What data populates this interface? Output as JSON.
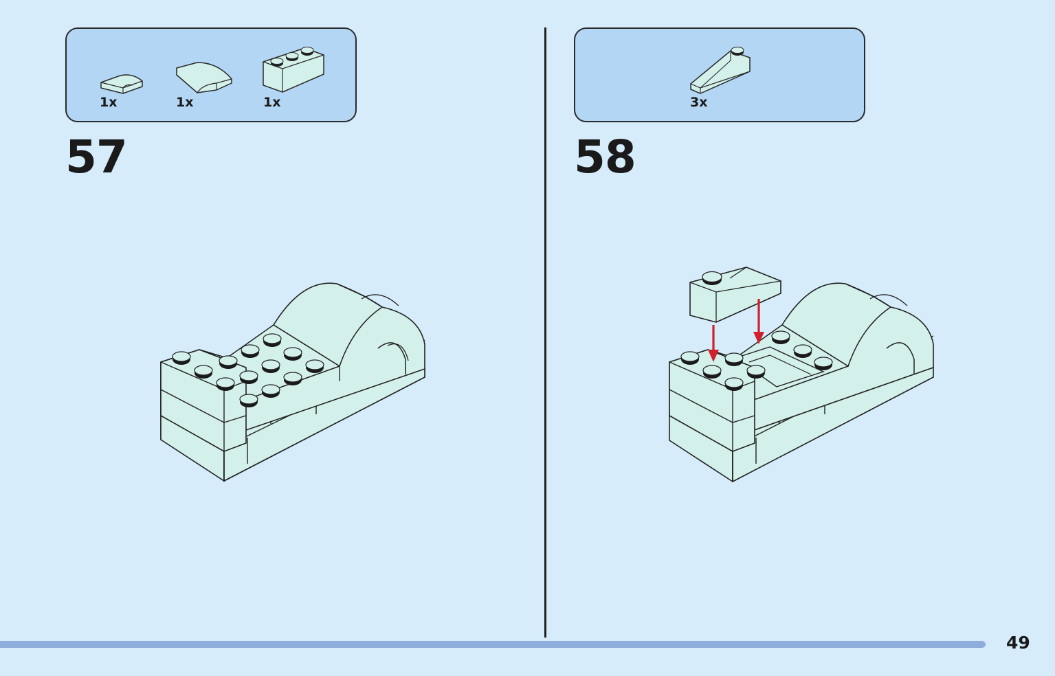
{
  "page": {
    "number": "49",
    "background_color": "#d6ecfb",
    "brick_color": "#d3f0ea",
    "arrow_color": "#d0202a"
  },
  "steps": [
    {
      "number": "57",
      "parts": [
        {
          "icon": "curved-slope-1x2-icon",
          "quantity": "1x"
        },
        {
          "icon": "curved-slope-2x2-icon",
          "quantity": "1x"
        },
        {
          "icon": "brick-1x3-icon",
          "quantity": "1x"
        }
      ]
    },
    {
      "number": "58",
      "parts": [
        {
          "icon": "slope-1x3-icon",
          "quantity": "3x"
        }
      ]
    }
  ]
}
